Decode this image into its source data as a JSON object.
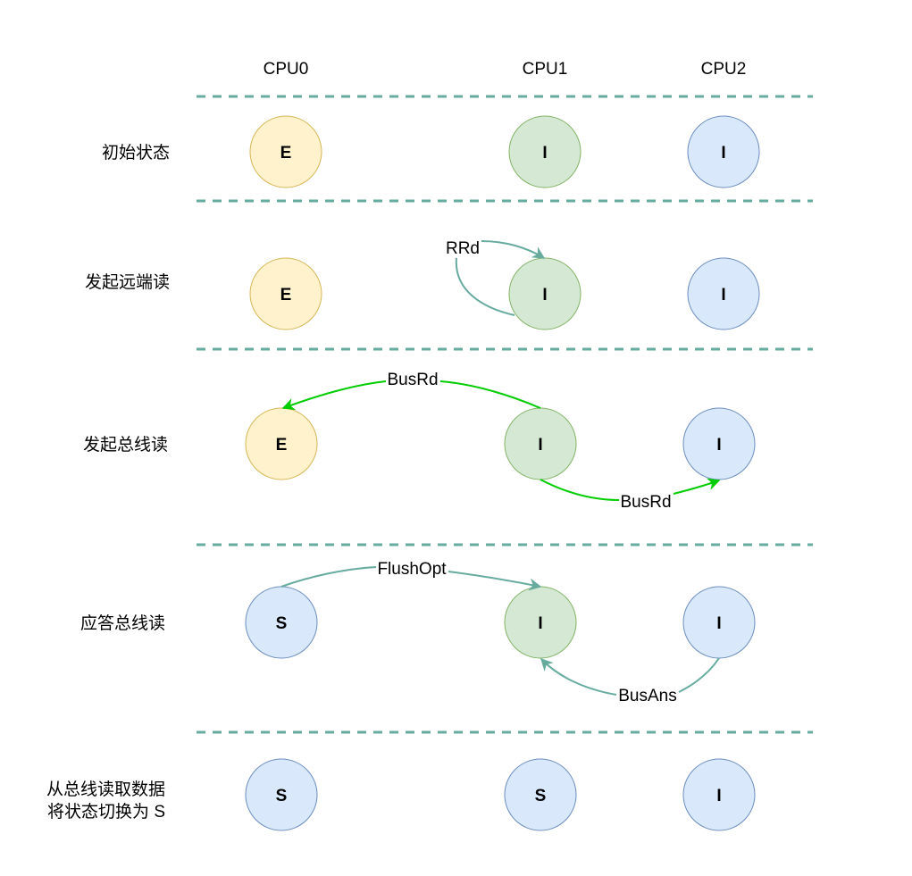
{
  "columns": [
    "CPU0",
    "CPU1",
    "CPU2"
  ],
  "colors": {
    "E": {
      "fill": "#fff2cc",
      "stroke": "#d6b656"
    },
    "I_green": {
      "fill": "#d5e8d4",
      "stroke": "#82b366"
    },
    "I_blue": {
      "fill": "#dae8fc",
      "stroke": "#6c8ebf"
    },
    "S": {
      "fill": "#dae8fc",
      "stroke": "#6c8ebf"
    },
    "divider": "#67ab9f",
    "edge_teal": "#67ab9f",
    "edge_green": "#00cc00"
  },
  "rows": [
    {
      "label": "初始状态",
      "states": [
        "E",
        "I",
        "I"
      ],
      "styles": [
        "E",
        "I_green",
        "I_blue"
      ]
    },
    {
      "label": "发起远端读",
      "states": [
        "E",
        "I",
        "I"
      ],
      "styles": [
        "E",
        "I_green",
        "I_blue"
      ]
    },
    {
      "label": "发起总线读",
      "states": [
        "E",
        "I",
        "I"
      ],
      "styles": [
        "E",
        "I_green",
        "I_blue"
      ]
    },
    {
      "label": "应答总线读",
      "states": [
        "S",
        "I",
        "I"
      ],
      "styles": [
        "S",
        "I_green",
        "I_blue"
      ]
    },
    {
      "label_lines": [
        "从总线读取数据",
        "将状态切换为 S"
      ],
      "states": [
        "S",
        "S",
        "I"
      ],
      "styles": [
        "S",
        "S",
        "I_blue"
      ]
    }
  ],
  "edges": [
    {
      "name": "rrd-self-loop",
      "label": "RRd",
      "from": "CPU1",
      "to": "CPU1",
      "row": 1,
      "color": "edge_teal"
    },
    {
      "name": "busrd-to-cpu0",
      "label": "BusRd",
      "from": "CPU1",
      "to": "CPU0",
      "row": 2,
      "color": "edge_green"
    },
    {
      "name": "busrd-to-cpu2",
      "label": "BusRd",
      "from": "CPU1",
      "to": "CPU2",
      "row": 2,
      "color": "edge_green"
    },
    {
      "name": "flushopt-to-cpu1",
      "label": "FlushOpt",
      "from": "CPU0",
      "to": "CPU1",
      "row": 3,
      "color": "edge_teal"
    },
    {
      "name": "busans-to-cpu1",
      "label": "BusAns",
      "from": "CPU2",
      "to": "CPU1",
      "row": 3,
      "color": "edge_teal"
    }
  ]
}
